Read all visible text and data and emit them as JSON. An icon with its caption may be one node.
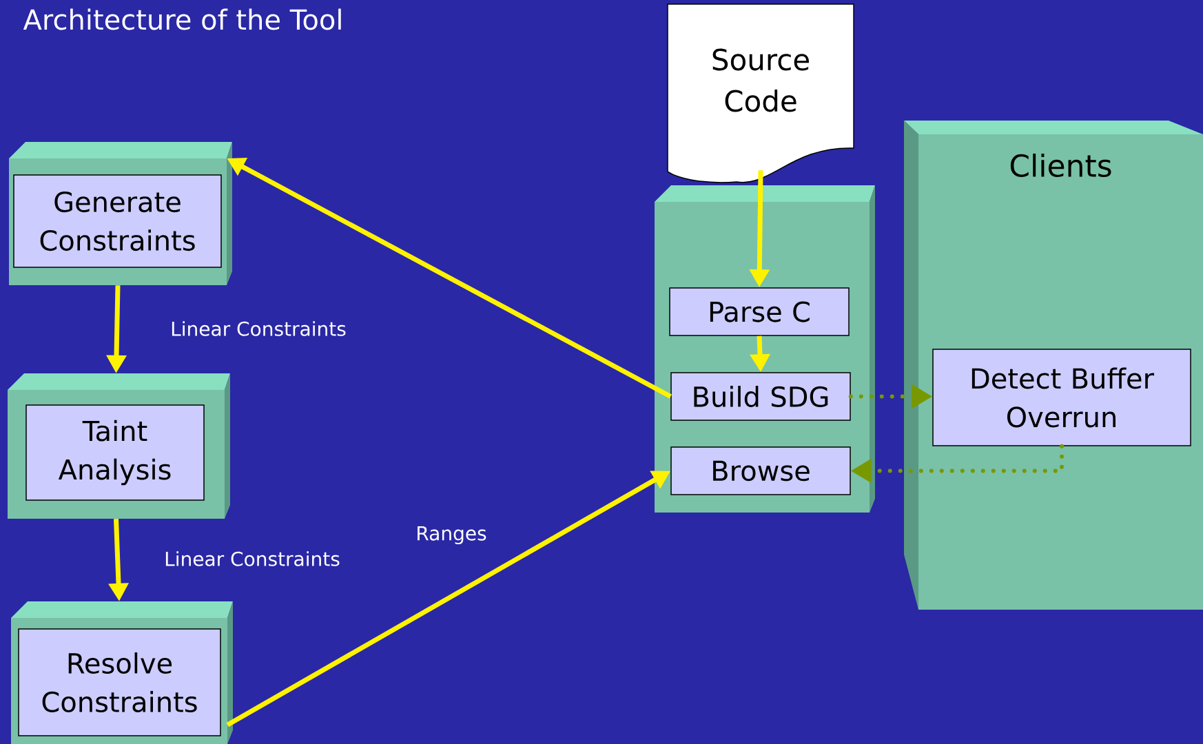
{
  "diagram": {
    "title": "Architecture of the Tool",
    "nodes": [
      {
        "text": [
          "Source Code"
        ]
      },
      {
        "text": [],
        "shape": "box"
      },
      {
        "text": [
          "Generate Constraints"
        ],
        "in": 1
      },
      {
        "text": [],
        "shape": "box"
      },
      {
        "text": [
          "Taint Analysis"
        ],
        "in": 3
      },
      {
        "text": [],
        "shape": "box"
      },
      {
        "text": [
          "Resolve Constraints"
        ],
        "in": 5
      },
      {
        "text": [],
        "shape": "box"
      },
      {
        "text": [
          "Parse C"
        ],
        "in": 7
      },
      {
        "text": [
          "Build SDG"
        ],
        "in": 7
      },
      {
        "text": [
          "Browse"
        ],
        "in": 7
      },
      {
        "text": [
          "Clients"
        ]
      },
      {
        "text": [
          "Detect Buffer Overrun"
        ],
        "in": 11
      }
    ],
    "edges": [
      {
        "from": 0,
        "to": 8,
        "arrow": "to"
      },
      {
        "from": 8,
        "to": 9,
        "arrow": "to"
      },
      {
        "from": 9,
        "to": 1,
        "arrow": "to"
      },
      {
        "from": 1,
        "to": 3,
        "arrow": "to",
        "label": "Linear Constraints"
      },
      {
        "from": 3,
        "to": 5,
        "arrow": "to",
        "label": "Linear Constraints"
      },
      {
        "from": 5,
        "to": 10,
        "arrow": "to",
        "label": "Ranges"
      },
      {
        "from": 9,
        "to": 12,
        "arrow": "to",
        "style": "dashed",
        "color": "#789800"
      },
      {
        "from": 12,
        "to": 10,
        "arrow": "to",
        "style": "dashed",
        "color": "#789800"
      }
    ]
  }
}
